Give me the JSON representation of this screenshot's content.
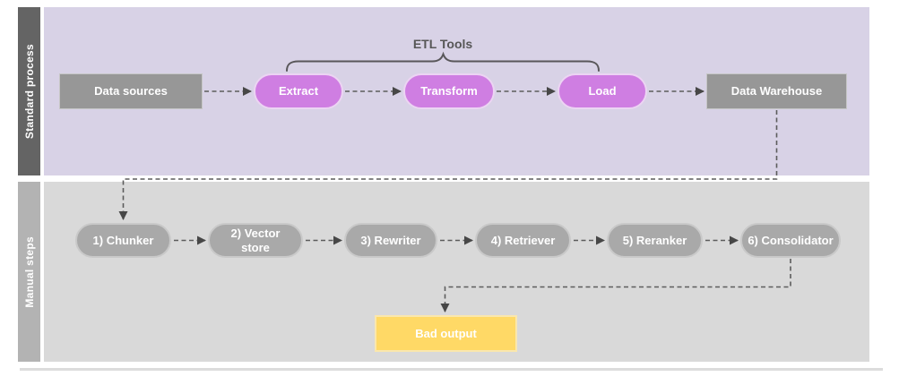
{
  "lanes": {
    "standard": {
      "label": "Standard process"
    },
    "manual": {
      "label": "Manual steps"
    }
  },
  "bracket_label": "ETL Tools",
  "nodes": {
    "data_sources": "Data sources",
    "extract": "Extract",
    "transform": "Transform",
    "load": "Load",
    "data_warehouse": "Data Warehouse",
    "chunker": "1) Chunker",
    "vector_store": "2) Vector store",
    "rewriter": "3) Rewriter",
    "retriever": "4) Retriever",
    "reranker": "5) Reranker",
    "consolidator": "6) Consolidator",
    "bad_output": "Bad output"
  },
  "edges": [
    {
      "from": "Data sources",
      "to": "Extract",
      "style": "dashed-arrow"
    },
    {
      "from": "Extract",
      "to": "Transform",
      "style": "dashed-arrow"
    },
    {
      "from": "Transform",
      "to": "Load",
      "style": "dashed-arrow"
    },
    {
      "from": "Load",
      "to": "Data Warehouse",
      "style": "dashed-arrow"
    },
    {
      "from": "Data Warehouse",
      "to": "1) Chunker",
      "style": "dashed-arrow"
    },
    {
      "from": "1) Chunker",
      "to": "2) Vector store",
      "style": "dashed-arrow"
    },
    {
      "from": "2) Vector store",
      "to": "3) Rewriter",
      "style": "dashed-arrow"
    },
    {
      "from": "3) Rewriter",
      "to": "4) Retriever",
      "style": "dashed-arrow"
    },
    {
      "from": "4) Retriever",
      "to": "5) Reranker",
      "style": "dashed-arrow"
    },
    {
      "from": "5) Reranker",
      "to": "6) Consolidator",
      "style": "dashed-arrow"
    },
    {
      "from": "6) Consolidator",
      "to": "Bad output",
      "style": "dashed-arrow"
    }
  ],
  "bracket_spans": [
    "Extract",
    "Transform",
    "Load"
  ],
  "colors": {
    "lane_standard_bg": "#d8d2e6",
    "lane_manual_bg": "#d9d9d9",
    "standard_label_bar": "#646464",
    "manual_label_bar": "#b3b3b3",
    "etl_pill": "#cf7ee2",
    "etl_pill_border": "#ecd4f3",
    "gray_box": "#979797",
    "manual_pill": "#a9a9a9",
    "bad_output_box": "#ffd966",
    "connector": "#5c5c5c",
    "text_on_nodes": "#ffffff",
    "bracket_text": "#575757"
  }
}
